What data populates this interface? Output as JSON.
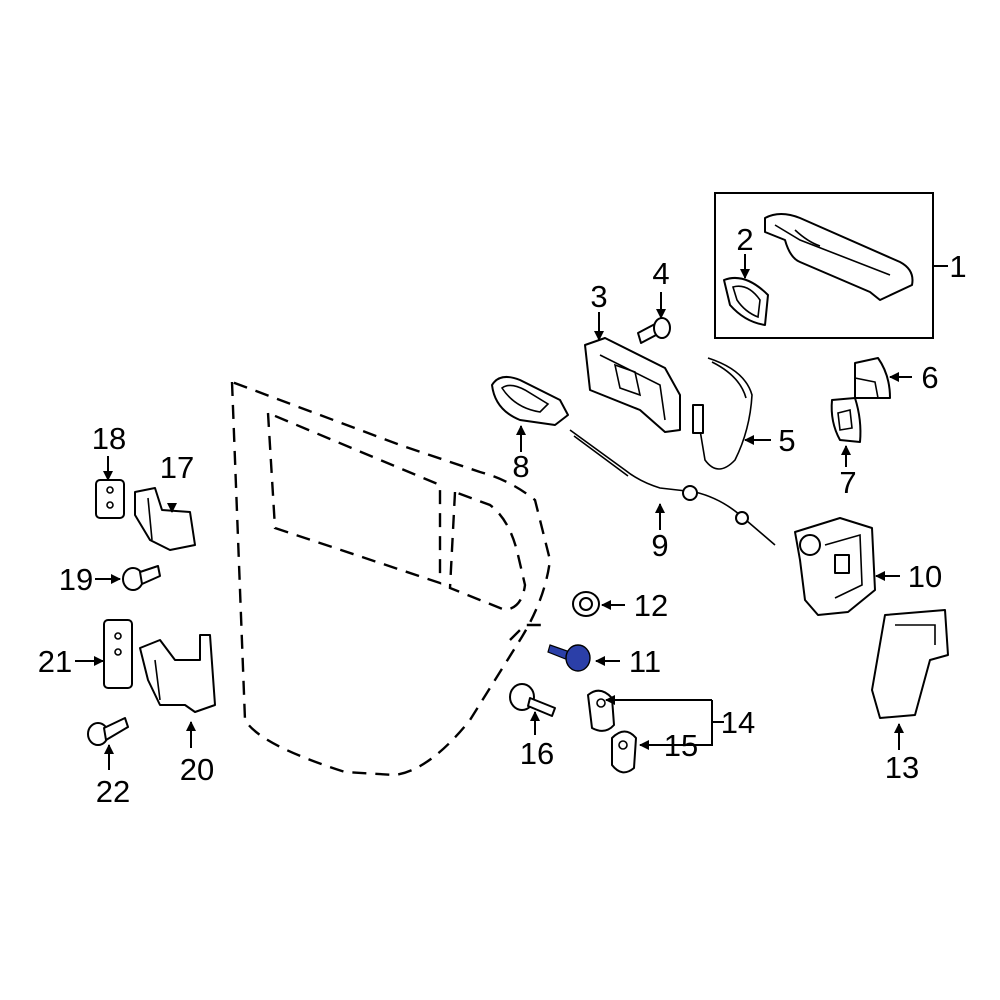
{
  "diagram": {
    "highlight_color": "#2b3fa8",
    "highlighted_part": "11",
    "callouts": {
      "c1": "1",
      "c2": "2",
      "c3": "3",
      "c4": "4",
      "c5": "5",
      "c6": "6",
      "c7": "7",
      "c8": "8",
      "c9": "9",
      "c10": "10",
      "c11": "11",
      "c12": "12",
      "c13": "13",
      "c14": "14",
      "c15": "15",
      "c16": "16",
      "c17": "17",
      "c18": "18",
      "c19": "19",
      "c20": "20",
      "c21": "21",
      "c22": "22"
    }
  }
}
